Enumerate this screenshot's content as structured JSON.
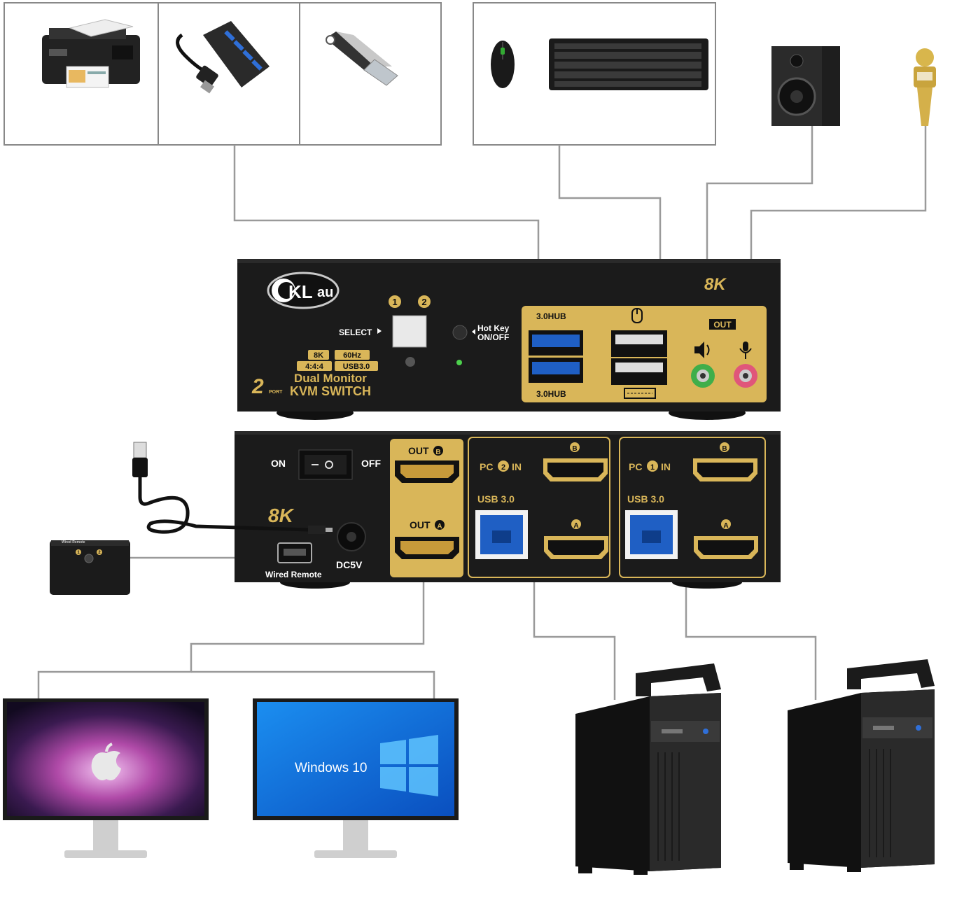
{
  "colors": {
    "device_body": "#1b1b1b",
    "gold": "#d9b659",
    "gold_dark": "#a8863a",
    "usb_blue": "#1f5fc4",
    "line": "#9a9a9a",
    "audio_green": "#3fae4a",
    "audio_pink": "#e0567a"
  },
  "front_panel": {
    "brand_left": "KL",
    "brand_right": "au",
    "resolution_badge": "8K",
    "port_numbers": [
      "1",
      "2"
    ],
    "select_label": "SELECT",
    "hotkey_line1": "Hot Key",
    "hotkey_line2": "ON/OFF",
    "spec_8k": "8K",
    "spec_60hz": "60Hz",
    "spec_444": "4:4:4",
    "spec_usb": "USB3.0",
    "title_line1": "Dual Monitor",
    "title_line2": "KVM SWITCH",
    "port_count": "2",
    "port_word": "PORT",
    "hub_top_label": "3.0HUB",
    "hub_bottom_label": "3.0HUB",
    "audio_out_label": "OUT"
  },
  "rear_panel": {
    "on_label": "ON",
    "off_label": "OFF",
    "resolution_badge": "8K",
    "dc_label": "DC5V",
    "wired_remote_label": "Wired Remote",
    "out_b_label": "OUT",
    "out_b_letter": "B",
    "out_a_label": "OUT",
    "out_a_letter": "A",
    "pc2_prefix": "PC",
    "pc2_number": "2",
    "pc2_suffix": "IN",
    "pc1_prefix": "PC",
    "pc1_number": "1",
    "pc1_suffix": "IN",
    "usb_label_pc2": "USB 3.0",
    "usb_label_pc1": "USB 3.0",
    "letter_b": "B",
    "letter_a": "A"
  },
  "remote": {
    "caption": "Wired Remote",
    "buttons": [
      "1",
      "2"
    ]
  },
  "monitors": {
    "right_screen_text": "Windows 10"
  }
}
